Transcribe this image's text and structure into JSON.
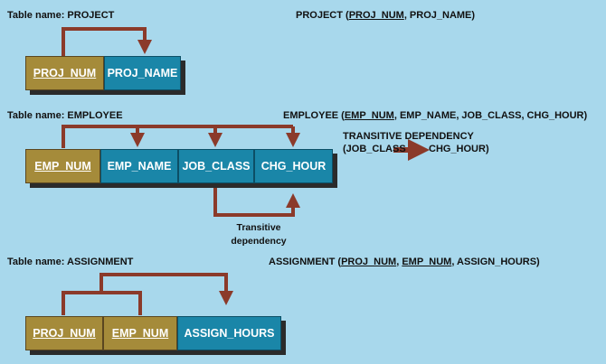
{
  "project": {
    "table_label": "Table name: PROJECT",
    "schema_prefix": "PROJECT (",
    "schema_keys": [
      "PROJ_NUM"
    ],
    "schema_rest": ", PROJ_NAME)",
    "cells": [
      "PROJ_NUM",
      "PROJ_NAME"
    ]
  },
  "employee": {
    "table_label": "Table name: EMPLOYEE",
    "schema_prefix": "EMPLOYEE (",
    "schema_keys": [
      "EMP_NUM"
    ],
    "schema_rest": ", EMP_NAME, JOB_CLASS, CHG_HOUR)",
    "cells": [
      "EMP_NUM",
      "EMP_NAME",
      "JOB_CLASS",
      "CHG_HOUR"
    ],
    "transitive_title": "TRANSITIVE DEPENDENCY",
    "transitive_from": "(JOB_CLASS",
    "transitive_to": "CHG_HOUR)",
    "dep_note_line1": "Transitive",
    "dep_note_line2": "dependency"
  },
  "assignment": {
    "table_label": "Table name: ASSIGNMENT",
    "schema_prefix": "ASSIGNMENT (",
    "schema_key1": "PROJ_NUM",
    "schema_sep": ", ",
    "schema_key2": "EMP_NUM",
    "schema_rest": ", ASSIGN_HOURS)",
    "cells": [
      "PROJ_NUM",
      "EMP_NUM",
      "ASSIGN_HOURS"
    ]
  },
  "colors": {
    "background": "#a8d8ec",
    "key_cell": "#a58b3a",
    "attribute_cell": "#1a86a8",
    "arrow": "#8b3a2a"
  }
}
